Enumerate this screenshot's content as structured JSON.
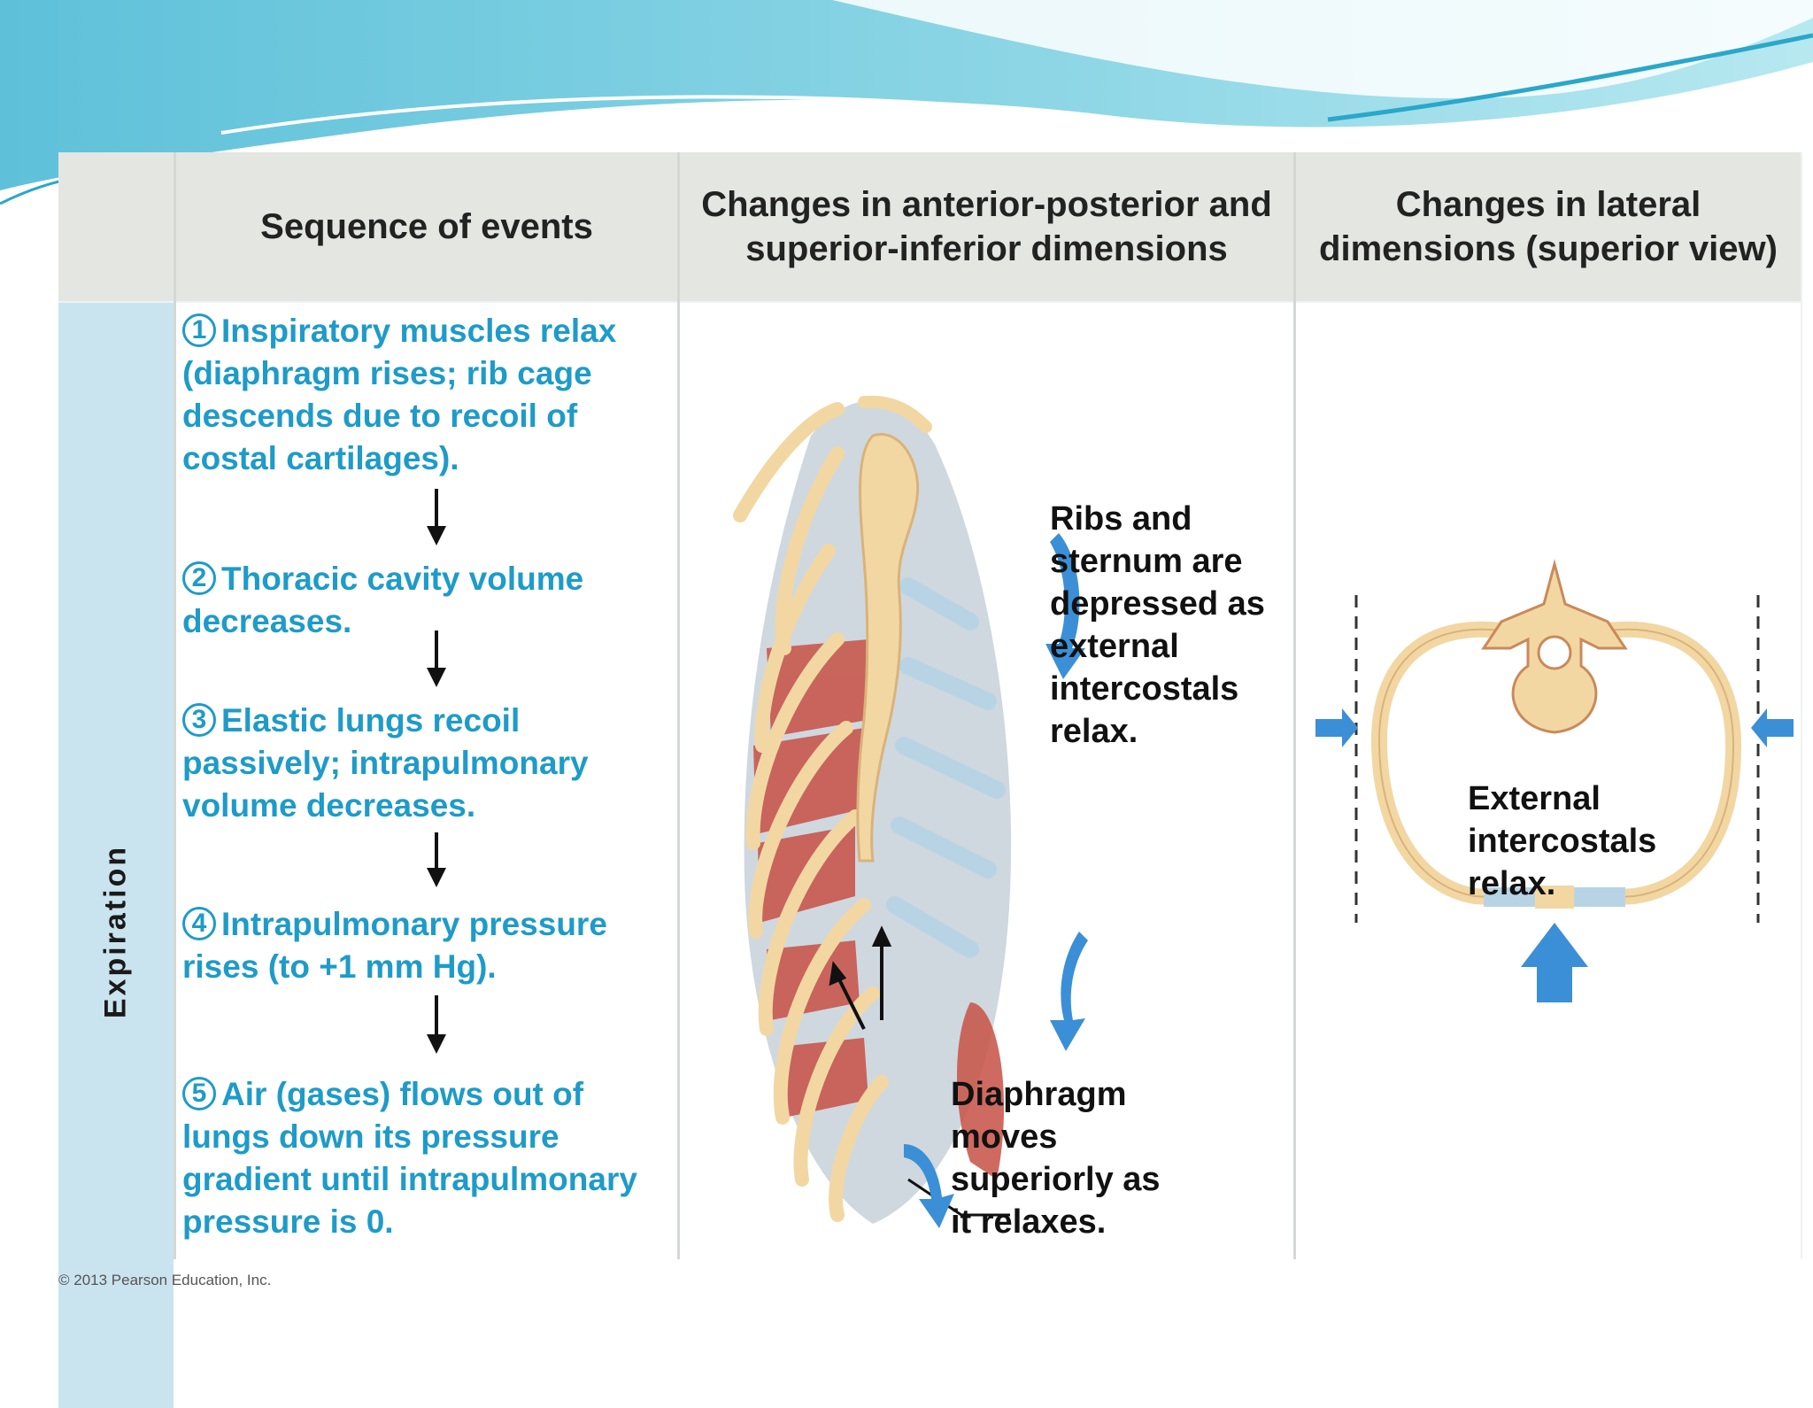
{
  "header": {
    "col1_title": "Sequence of events",
    "col2_title": "Changes in anterior-posterior and superior-inferior dimensions",
    "col3_title": "Changes in lateral dimensions (superior view)"
  },
  "phase_label": "Expiration",
  "steps": [
    {
      "num": "1",
      "text": "Inspiratory muscles relax (diaphragm rises; rib cage descends due to recoil of costal cartilages)."
    },
    {
      "num": "2",
      "text": "Thoracic cavity volume decreases."
    },
    {
      "num": "3",
      "text": "Elastic lungs recoil passively; intrapulmonary volume  decreases."
    },
    {
      "num": "4",
      "text": "Intrapulmonary pressure rises (to +1 mm Hg)."
    },
    {
      "num": "5",
      "text": "Air (gases) flows out of lungs down its pressure gradient until intrapulmonary pressure is 0."
    }
  ],
  "annotations": {
    "ribs": "Ribs and sternum are depressed as external intercostals relax.",
    "diaphragm": "Diaphragm moves superiorly as it relaxes.",
    "intercostals": "External intercostals relax."
  },
  "copyright": "© 2013 Pearson Education, Inc.",
  "colors": {
    "step_text": "#1e9bc8",
    "header_bg": "#e3e6e1",
    "side_band": "#c9e4ef",
    "bone": "#f2d7a3",
    "muscle": "#c8554a",
    "cartilage": "#b8d4e4",
    "arrow_blue": "#3b8fd6"
  }
}
